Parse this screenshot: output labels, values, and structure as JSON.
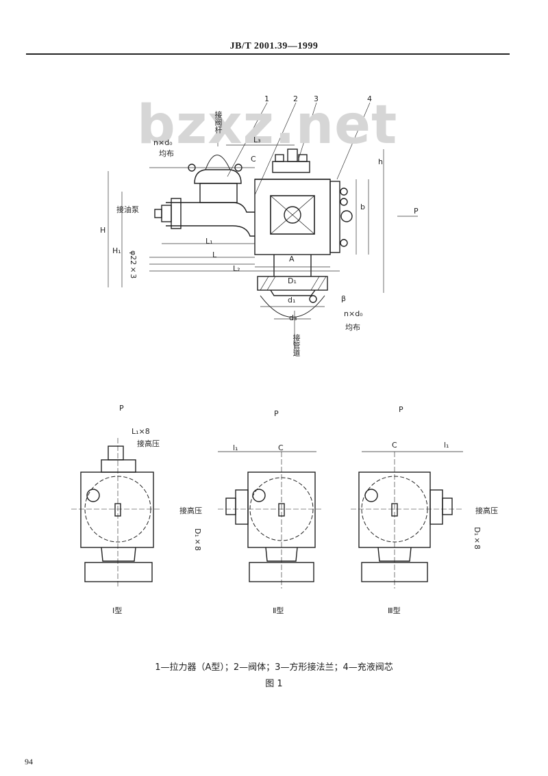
{
  "header": {
    "standard_no": "JB/T 2001.39—1999"
  },
  "watermark": "bzxz.net",
  "main_drawing": {
    "part_numbers": [
      "1",
      "2",
      "3",
      "4"
    ],
    "labels": {
      "n_d0_top": "n×d₀",
      "even_top": "均布",
      "inlet_top": "接阀杆",
      "oil_inlet": "接油泵",
      "dim_c_side": "C",
      "dim_L": "L",
      "dim_L1": "L₁",
      "dim_L2": "L₂",
      "dim_L3": "L₃",
      "dim_H": "H",
      "dim_H1": "H₁",
      "dim_h": "h",
      "dim_b": "b",
      "dim_A": "A",
      "dim_D1": "D₁",
      "dim_d1": "d₁",
      "dim_d3": "d₃",
      "dim_beta": "β",
      "n_d0_bottom": "n×d₀",
      "even_bottom": "均布",
      "bottom_conn": "接管道",
      "view_p": "P",
      "oil_size": "φ22×3"
    }
  },
  "views": [
    {
      "view_label": "P",
      "type_label": "Ⅰ型",
      "dim_label": "L₁×8",
      "conn_label": "接高压"
    },
    {
      "view_label": "P",
      "type_label": "Ⅱ型",
      "dim_c": "C",
      "dim_l": "l₁",
      "conn_label": "接高压",
      "dim_side": "D₁×8"
    },
    {
      "view_label": "P",
      "type_label": "Ⅲ型",
      "dim_c": "C",
      "dim_l": "l₁",
      "conn_label": "接高压",
      "dim_side": "D₁×8"
    }
  ],
  "caption": {
    "legend": "1—拉力器（A型）；2—阀体；3—方形接法兰；4—充液阀芯",
    "figure": "图 1"
  },
  "page_number": "94"
}
